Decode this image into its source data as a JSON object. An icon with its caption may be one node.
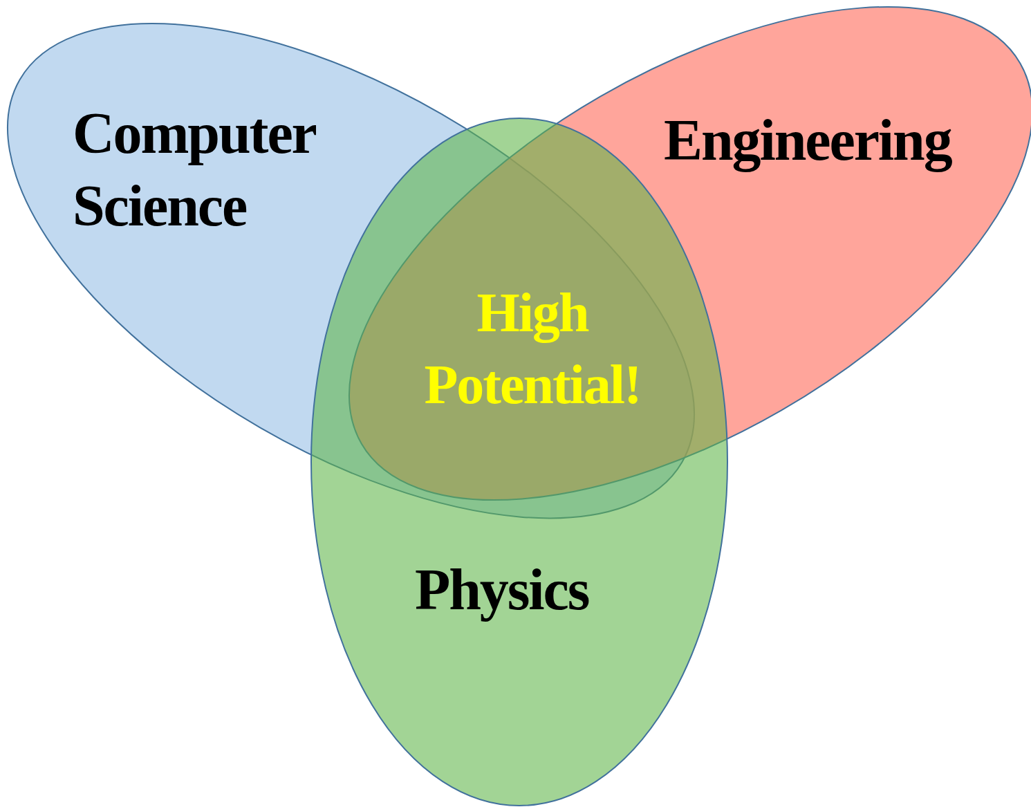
{
  "diagram": {
    "nodes": [
      {
        "text": [
          "Computer Science"
        ]
      },
      {
        "text": [
          "Engineering"
        ]
      },
      {
        "text": [
          "Physics"
        ]
      }
    ],
    "labels": [
      "High Potential!"
    ]
  }
}
